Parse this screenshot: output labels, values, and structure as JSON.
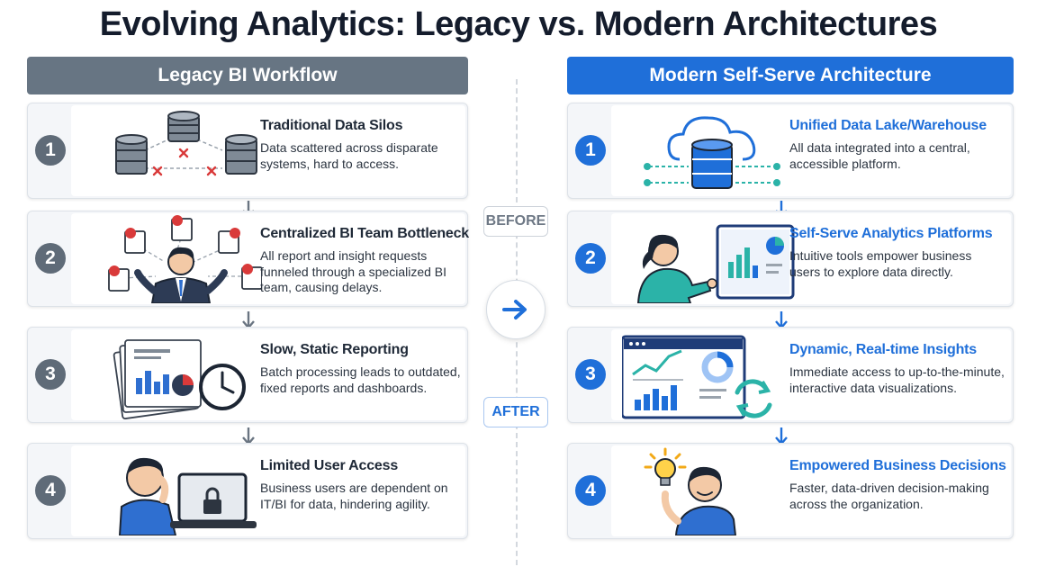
{
  "title": "Evolving Analytics: Legacy vs. Modern Architectures",
  "legacy": {
    "header": "Legacy BI Workflow",
    "cards": [
      {
        "num": "1",
        "title": "Traditional Data Silos",
        "desc": "Data scattered across disparate systems, hard to access."
      },
      {
        "num": "2",
        "title": "Centralized BI Team Bottleneck",
        "desc": "All report and insight requests funneled through a specialized BI team, causing delays."
      },
      {
        "num": "3",
        "title": "Slow, Static Reporting",
        "desc": "Batch processing leads to outdated, fixed reports and dashboards."
      },
      {
        "num": "4",
        "title": "Limited User Access",
        "desc": "Business users are dependent on IT/BI for data, hindering agility."
      }
    ]
  },
  "modern": {
    "header": "Modern Self-Serve Architecture",
    "cards": [
      {
        "num": "1",
        "title": "Unified Data Lake/Warehouse",
        "desc": "All data integrated into a central, accessible platform."
      },
      {
        "num": "2",
        "title": "Self-Serve Analytics Platforms",
        "desc": "Intuitive tools empower business users to explore data directly."
      },
      {
        "num": "3",
        "title": "Dynamic, Real-time Insights",
        "desc": "Immediate access to up-to-the-minute, interactive data visualizations."
      },
      {
        "num": "4",
        "title": "Empowered Business Decisions",
        "desc": "Faster, data-driven decision-making across the organization."
      }
    ]
  },
  "transition": {
    "before": "BEFORE",
    "after": "AFTER"
  },
  "colors": {
    "legacy": "#677583",
    "modern": "#1f6fd9",
    "alert": "#d93a3a",
    "accent_teal": "#2bb3a8"
  },
  "icons": [
    "database-silos-icon",
    "stressed-analyst-icon",
    "static-report-clock-icon",
    "locked-laptop-icon",
    "cloud-database-icon",
    "self-serve-dashboard-icon",
    "realtime-dashboard-icon",
    "lightbulb-idea-icon",
    "arrow-right-icon"
  ]
}
